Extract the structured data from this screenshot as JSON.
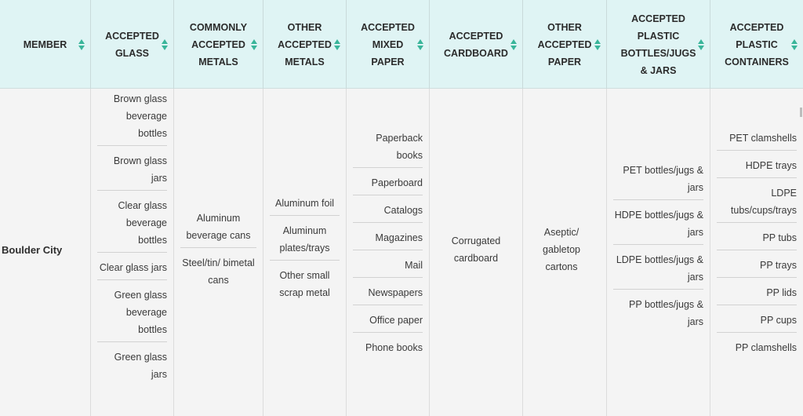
{
  "headers": [
    {
      "label": "MEMBER",
      "sortable": true
    },
    {
      "label": "ACCEPTED\nGLASS",
      "sortable": true
    },
    {
      "label": "COMMONLY\nACCEPTED\nMETALS",
      "sortable": true
    },
    {
      "label": "OTHER\nACCEPTED\nMETALS",
      "sortable": true
    },
    {
      "label": "ACCEPTED\nMIXED\nPAPER",
      "sortable": true
    },
    {
      "label": "ACCEPTED\nCARDBOARD",
      "sortable": true
    },
    {
      "label": "OTHER\nACCEPTED\nPAPER",
      "sortable": true
    },
    {
      "label": "ACCEPTED\nPLASTIC\nBOTTLES/JUGS\n& JARS",
      "sortable": true
    },
    {
      "label": "ACCEPTED\nPLASTIC\nCONTAINERS",
      "sortable": true
    }
  ],
  "row": {
    "member": "Boulder City",
    "glass": [
      "Brown glass beverage bottles",
      "Brown glass jars",
      "Clear glass beverage bottles",
      "Clear glass jars",
      "Green glass beverage bottles",
      "Green glass jars"
    ],
    "common_metals": [
      "Aluminum beverage cans",
      "Steel/tin/ bimetal cans"
    ],
    "other_metals": [
      "Aluminum foil",
      "Aluminum plates/trays",
      "Other small scrap metal"
    ],
    "mixed_paper": [
      "Paperback books",
      "Paperboard",
      "Catalogs",
      "Magazines",
      "Mail",
      "Newspapers",
      "Office paper",
      "Phone books"
    ],
    "cardboard": [
      "Corrugated cardboard"
    ],
    "other_paper": [
      "Aseptic/ gabletop cartons"
    ],
    "plastic_bottles": [
      "PET bottles/jugs & jars",
      "HDPE bottles/jugs & jars",
      "LDPE bottles/jugs & jars",
      "PP bottles/jugs & jars"
    ],
    "plastic_containers": [
      "PET clamshells",
      "HDPE trays",
      "LDPE tubs/cups/trays",
      "PP tubs",
      "PP trays",
      "PP lids",
      "PP cups",
      "PP clamshells"
    ]
  },
  "colors": {
    "header_bg": "#dff4f4",
    "sort_icon": "#39b59a",
    "body_bg": "#f4f4f4"
  }
}
